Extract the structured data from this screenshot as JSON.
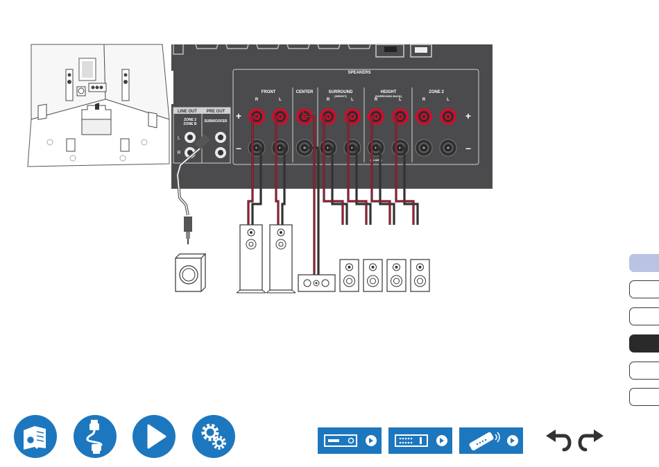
{
  "panel": {
    "speakers_header": "SPEAKERS",
    "groups": {
      "front": "FRONT",
      "center": "CENTER",
      "surround": "SURROUND",
      "surround_sub": "(HEIGHT)",
      "height": "HEIGHT",
      "height_sub": "(SURROUND BACK)",
      "zone2": "ZONE 2"
    },
    "rl": {
      "r": "R",
      "l": "L"
    },
    "plus": "+",
    "minus": "–",
    "biamp": "(BI-AMP)",
    "line_out": "LINE OUT",
    "pre_out": "PRE OUT",
    "zone_label_1": "ZONE 2",
    "zone_label_2": "ZONE B",
    "subwoofer": "SUBWOOFER",
    "line_l": "L",
    "line_r": "R"
  },
  "colors": {
    "panel": "#4b4b4d",
    "wire_red": "#c8102e",
    "nav_blue": "#1d77be",
    "tab_active_light": "#b9c3e2",
    "tab_active_dark": "#2a2a2a"
  },
  "icons": {
    "nav": [
      "manual-book-icon",
      "cable-connection-icon",
      "play-icon",
      "settings-gears-icon"
    ],
    "devices": [
      "av-receiver-icon",
      "front-panel-icon",
      "remote-control-icon"
    ],
    "history": [
      "undo-arrow-icon",
      "redo-arrow-icon"
    ]
  }
}
